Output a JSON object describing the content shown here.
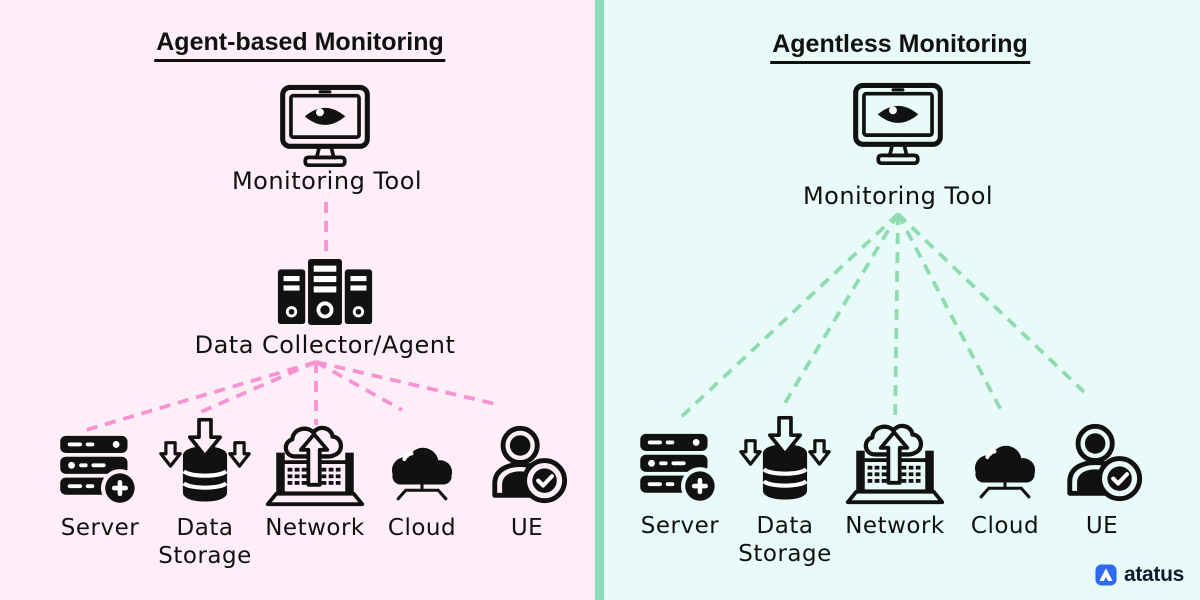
{
  "left": {
    "title": "Agent-based Monitoring",
    "monitor_label": "Monitoring Tool",
    "collector_label": "Data Collector/Agent",
    "devices": [
      {
        "label": "Server"
      },
      {
        "label": "Data Storage"
      },
      {
        "label": "Network"
      },
      {
        "label": "Cloud"
      },
      {
        "label": "UE"
      }
    ],
    "colors": {
      "background": "#fdeef8",
      "line": "#f793d1"
    }
  },
  "right": {
    "title": "Agentless Monitoring",
    "monitor_label": "Monitoring Tool",
    "devices": [
      {
        "label": "Server"
      },
      {
        "label": "Data Storage"
      },
      {
        "label": "Network"
      },
      {
        "label": "Cloud"
      },
      {
        "label": "UE"
      }
    ],
    "colors": {
      "background": "#e8fbf8",
      "line": "#8fdcb0"
    }
  },
  "divider": {
    "color": "#8bdfb5"
  },
  "brand": {
    "name": "atatus",
    "icon": "atatus-logo",
    "color": "#2e6bf0",
    "text_color": "#0e1a2e"
  }
}
